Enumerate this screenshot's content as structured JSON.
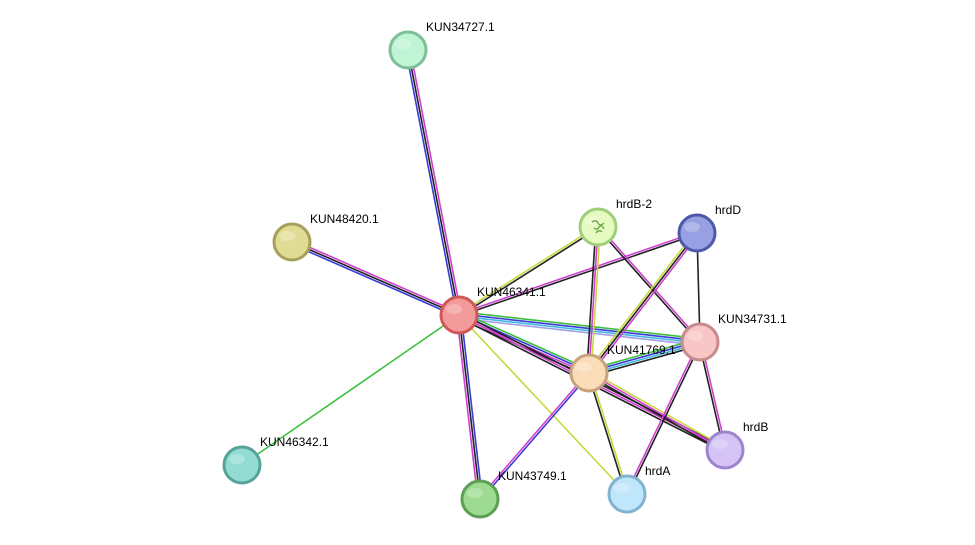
{
  "network": {
    "nodes": [
      {
        "id": "KUN34727.1",
        "label": "KUN34727.1",
        "fill": "#bff5d5",
        "stroke": "#7fbf98"
      },
      {
        "id": "KUN48420.1",
        "label": "KUN48420.1",
        "fill": "#e0dc95",
        "stroke": "#a7a05a"
      },
      {
        "id": "KUN46341.1",
        "label": "KUN46341.1",
        "fill": "#f39a9a",
        "stroke": "#d05858"
      },
      {
        "id": "hrdB-2",
        "label": "hrdB-2",
        "fill": "#e6f9c0",
        "stroke": "#9fce7c",
        "icon": "structure-icon"
      },
      {
        "id": "hrdD",
        "label": "hrdD",
        "fill": "#97a0e2",
        "stroke": "#4f58a8"
      },
      {
        "id": "KUN34731.1",
        "label": "KUN34731.1",
        "fill": "#f8c6c6",
        "stroke": "#c88b8b"
      },
      {
        "id": "KUN41769.1",
        "label": "KUN41769.1",
        "fill": "#fbdcb9",
        "stroke": "#c9a27d"
      },
      {
        "id": "hrdB",
        "label": "hrdB",
        "fill": "#d4c3f4",
        "stroke": "#9c84cf"
      },
      {
        "id": "hrdA",
        "label": "hrdA",
        "fill": "#bfe6fb",
        "stroke": "#81b3cf"
      },
      {
        "id": "KUN43749.1",
        "label": "KUN43749.1",
        "fill": "#9edb92",
        "stroke": "#5d9e55"
      },
      {
        "id": "KUN46342.1",
        "label": "KUN46342.1",
        "fill": "#92dcd3",
        "stroke": "#56a39a"
      }
    ],
    "edges": [
      {
        "source": "KUN46341.1",
        "target": "KUN34727.1",
        "colors": [
          "#3a3ad8",
          "#222222",
          "#d040d0"
        ]
      },
      {
        "source": "KUN46341.1",
        "target": "KUN48420.1",
        "colors": [
          "#3a3ad8",
          "#222222",
          "#d040d0"
        ]
      },
      {
        "source": "KUN46341.1",
        "target": "KUN46342.1",
        "colors": [
          "#3cc03c"
        ]
      },
      {
        "source": "KUN46341.1",
        "target": "KUN43749.1",
        "colors": [
          "#3a3ad8",
          "#222222",
          "#d040d0"
        ]
      },
      {
        "source": "KUN46341.1",
        "target": "hrdB-2",
        "colors": [
          "#c8d83c",
          "#222222"
        ]
      },
      {
        "source": "KUN46341.1",
        "target": "hrdD",
        "colors": [
          "#d040d0",
          "#222222"
        ]
      },
      {
        "source": "KUN46341.1",
        "target": "KUN34731.1",
        "colors": [
          "#3cc03c",
          "#3a3ad8",
          "#40b8e0",
          "#a0a0e8"
        ]
      },
      {
        "source": "KUN46341.1",
        "target": "KUN41769.1",
        "colors": [
          "#3cc03c",
          "#3a3ad8",
          "#d040d0",
          "#222222"
        ]
      },
      {
        "source": "KUN46341.1",
        "target": "hrdB",
        "colors": [
          "#222222",
          "#d040d0",
          "#222222"
        ]
      },
      {
        "source": "KUN46341.1",
        "target": "hrdA",
        "colors": [
          "#c8d83c"
        ]
      },
      {
        "source": "hrdB-2",
        "target": "KUN41769.1",
        "colors": [
          "#c8d83c",
          "#d040d0",
          "#222222"
        ]
      },
      {
        "source": "hrdB-2",
        "target": "KUN34731.1",
        "colors": [
          "#d040d0",
          "#222222"
        ]
      },
      {
        "source": "hrdD",
        "target": "KUN41769.1",
        "colors": [
          "#d040d0",
          "#222222",
          "#c8d83c"
        ]
      },
      {
        "source": "hrdD",
        "target": "KUN34731.1",
        "colors": [
          "#222222"
        ]
      },
      {
        "source": "KUN41769.1",
        "target": "KUN34731.1",
        "colors": [
          "#3cc03c",
          "#3a3ad8",
          "#40b8e0",
          "#222222"
        ]
      },
      {
        "source": "KUN41769.1",
        "target": "hrdB",
        "colors": [
          "#c8d83c",
          "#d040d0",
          "#222222"
        ]
      },
      {
        "source": "KUN41769.1",
        "target": "hrdA",
        "colors": [
          "#c8d83c",
          "#222222"
        ]
      },
      {
        "source": "KUN41769.1",
        "target": "KUN43749.1",
        "colors": [
          "#3a3ad8",
          "#d040d0"
        ]
      },
      {
        "source": "KUN34731.1",
        "target": "hrdB",
        "colors": [
          "#d040d0",
          "#222222"
        ]
      },
      {
        "source": "KUN34731.1",
        "target": "hrdA",
        "colors": [
          "#222222",
          "#d040d0"
        ]
      }
    ]
  }
}
